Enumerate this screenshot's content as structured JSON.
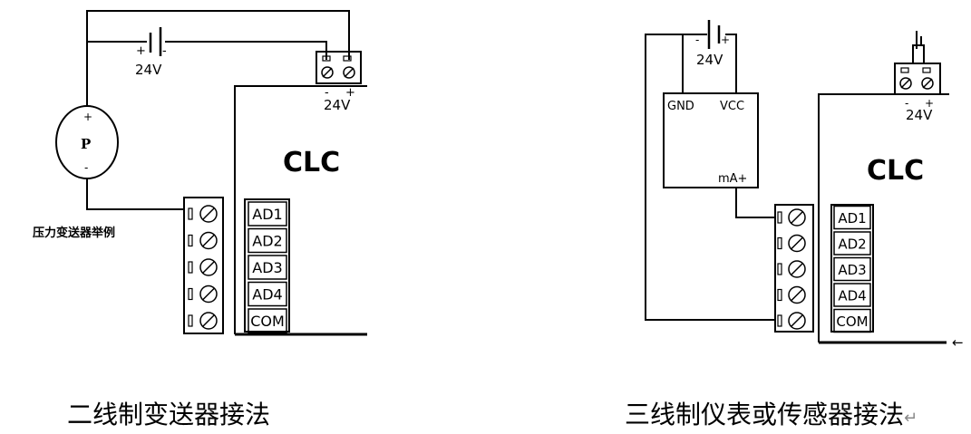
{
  "left": {
    "battery_plus": "+",
    "battery_minus": "-",
    "battery_voltage": "24V",
    "supply_minus": "-",
    "supply_plus": "+",
    "supply_voltage": "24V",
    "sensor_symbol": "P",
    "sensor_plus": "+",
    "sensor_minus": "-",
    "sensor_note": "压力变送器举例",
    "controller": "CLC",
    "channels": [
      "AD1",
      "AD2",
      "AD3",
      "AD4",
      "COM"
    ],
    "caption": "二线制变送器接法"
  },
  "right": {
    "battery_minus": "-",
    "battery_plus": "+",
    "battery_voltage": "24V",
    "gnd": "GND",
    "vcc": "VCC",
    "ma_plus": "mA+",
    "supply_minus": "-",
    "supply_plus": "+",
    "supply_voltage": "24V",
    "controller": "CLC",
    "channels": [
      "AD1",
      "AD2",
      "AD3",
      "AD4",
      "COM"
    ],
    "caption": "三线制仪表或传感器接法"
  },
  "marks": {
    "arrow": "←",
    "return": "↵"
  }
}
